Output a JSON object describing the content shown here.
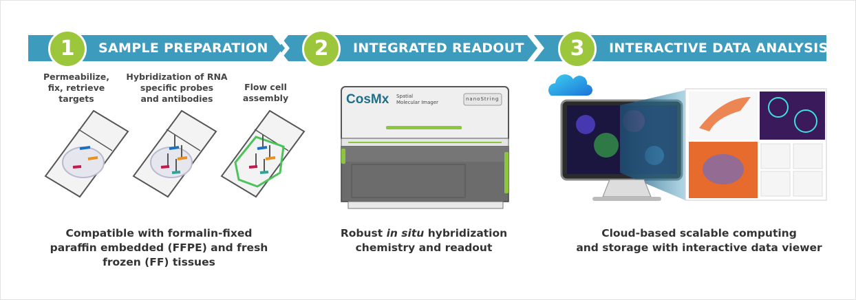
{
  "steps": [
    {
      "number": "1",
      "title": "SAMPLE PREPARATION"
    },
    {
      "number": "2",
      "title": "INTEGRATED READOUT"
    },
    {
      "number": "3",
      "title": "INTERACTIVE DATA ANALYSIS"
    }
  ],
  "substeps": [
    {
      "line1": "Permeabilize,",
      "line2": "fix, retrieve",
      "line3": "targets"
    },
    {
      "line1": "Hybridization of RNA",
      "line2": "specific probes",
      "line3": "and antibodies"
    },
    {
      "line1": "Flow cell",
      "line2": "assembly"
    }
  ],
  "instrument": {
    "brand": "CosMx",
    "sub1": "Spatial",
    "sub2": "Molecular Imager",
    "logo": "nanoString"
  },
  "captions": [
    {
      "line1": "Compatible with formalin-fixed",
      "line2": "paraffin embedded (FFPE) and fresh",
      "line3": "frozen (FF) tissues"
    },
    {
      "pre": "Robust ",
      "em": "in situ",
      "post": " hybridization",
      "line2": "chemistry and readout"
    },
    {
      "line1": "Cloud-based scalable computing",
      "line2": "and storage with interactive data viewer"
    }
  ],
  "colors": {
    "band": "#3d9bbd",
    "circle": "#9cc63b"
  }
}
